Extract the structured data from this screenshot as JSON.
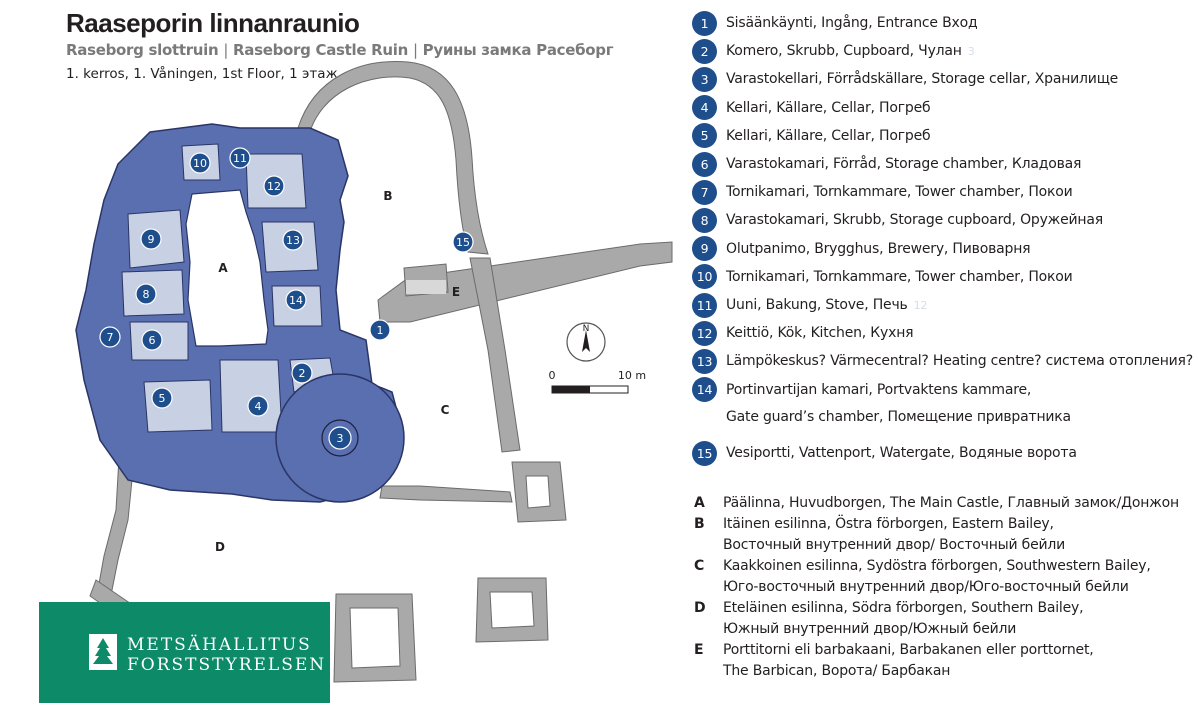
{
  "header": {
    "title": "Raaseporin linnanraunio",
    "subtitle_parts": [
      "Raseborg slottruin",
      "Raseborg Castle Ruin",
      "Руины замка Расеборг"
    ],
    "floor": "1. kerros, 1. Våningen, 1st Floor, 1 этаж"
  },
  "map": {
    "compass_label": "N",
    "scale_start": "0",
    "scale_end": "10 m",
    "zone_labels": {
      "A": "A",
      "B": "B",
      "C": "C",
      "D": "D",
      "E": "E"
    },
    "room_markers": [
      "1",
      "2",
      "3",
      "4",
      "5",
      "6",
      "7",
      "8",
      "9",
      "10",
      "11",
      "12",
      "13",
      "14",
      "15"
    ]
  },
  "legend": {
    "rooms": [
      {
        "n": "1",
        "text": "Sisäänkäynti, Ingång, Entrance  Вход",
        "ghost": ""
      },
      {
        "n": "2",
        "text": "Komero, Skrubb, Cupboard, Чулан",
        "ghost": "3"
      },
      {
        "n": "3",
        "text": "Varastokellari, Förrådskällare, Storage cellar, Хранилище",
        "ghost": ""
      },
      {
        "n": "4",
        "text": "Kellari, Källare, Cellar, Погреб",
        "ghost": ""
      },
      {
        "n": "5",
        "text": "Kellari, Källare, Cellar, Погреб",
        "ghost": ""
      },
      {
        "n": "6",
        "text": "Varastokamari, Förråd, Storage chamber,  Кладовая",
        "ghost": ""
      },
      {
        "n": "7",
        "text": "Tornikamari, Tornkammare, Tower chamber, Покои",
        "ghost": ""
      },
      {
        "n": "8",
        "text": "Varastokamari, Skrubb, Storage cupboard, Оружейная",
        "ghost": ""
      },
      {
        "n": "9",
        "text": "Olutpanimo, Brygghus, Brewery, Пивоварня",
        "ghost": ""
      },
      {
        "n": "10",
        "text": "Tornikamari, Tornkammare, Tower chamber, Покои",
        "ghost": ""
      },
      {
        "n": "11",
        "text": "Uuni, Bakung, Stove, Печь",
        "ghost": "12"
      },
      {
        "n": "12",
        "text": "Keittiö, Kök, Kitchen, Кухня",
        "ghost": ""
      },
      {
        "n": "13",
        "text": "Lämpökeskus? Värmecentral? Heating centre? система отопления?",
        "ghost": ""
      },
      {
        "n": "14",
        "text": "Portinvartijan kamari, Portvaktens kammare,",
        "ghost": ""
      }
    ],
    "room14_cont": "Gate guard’s chamber, Помещение привратника",
    "room15": {
      "n": "15",
      "text": "Vesiportti, Vattenport, Watergate, Водяные ворота"
    }
  },
  "zones": [
    {
      "letter": "A",
      "line1": "Päälinna, Huvudborgen, The Main Castle, Главный замок/Донжон",
      "line2": ""
    },
    {
      "letter": "B",
      "line1": "Itäinen esilinna, Östra förborgen, Eastern Bailey,",
      "line2": "Восточный внутренний двор/ Восточный бейли"
    },
    {
      "letter": "C",
      "line1": "Kaakkoinen esilinna, Sydöstra förborgen, Southwestern Bailey,",
      "line2": "Юго-восточный внутренний двор/Юго-восточный бейли"
    },
    {
      "letter": "D",
      "line1": "Eteläinen esilinna, Södra förborgen, Southern Bailey,",
      "line2": "Южный внутренний двор/Южный бейли"
    },
    {
      "letter": "E",
      "line1": "Porttitorni eli barbakaani, Barbakanen eller porttornet,",
      "line2": "The Barbican, Ворота/ Барбакан"
    }
  ],
  "logo": {
    "line1": "METSÄHALLITUS",
    "line2": "FORSTSTYRELSEN"
  },
  "colors": {
    "castle": "#5a6fb0",
    "room": "#c8d0e4",
    "marker": "#1f4e8c",
    "wall_gray": "#a8a8a8",
    "logo_green": "#0d8a68"
  }
}
